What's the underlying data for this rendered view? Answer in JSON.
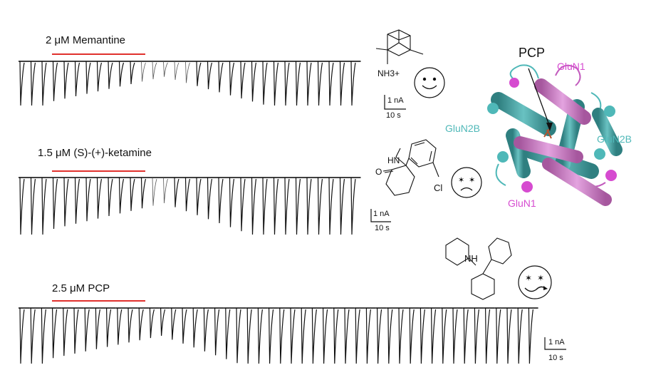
{
  "panels": [
    {
      "drug_label": "2 μM Memantine",
      "scale_current": "1 nA",
      "scale_time": "10 s",
      "face": "smile"
    },
    {
      "drug_label": "1.5 μM (S)-(+)-ketamine",
      "scale_current": "1 nA",
      "scale_time": "10 s",
      "face": "frown"
    },
    {
      "drug_label": "2.5 μM PCP",
      "scale_current": "1 nA",
      "scale_time": "10 s",
      "face": "crooked"
    }
  ],
  "structures": {
    "memantine_group": "NH3+",
    "ketamine_amine": "HN",
    "ketamine_carbonyl": "O",
    "ketamine_halogen": "Cl",
    "pcp_amine": "NH"
  },
  "receptor": {
    "ligand_label": "PCP",
    "subunits": {
      "glun1_top": "GluN1",
      "glun2b_left": "GluN2B",
      "glun2b_right": "GluN2B",
      "glun1_bottom": "GluN1"
    },
    "colors": {
      "glun1": "#d64bd0",
      "glun2b": "#4fb8b8",
      "application_bar": "#e0312d"
    }
  }
}
